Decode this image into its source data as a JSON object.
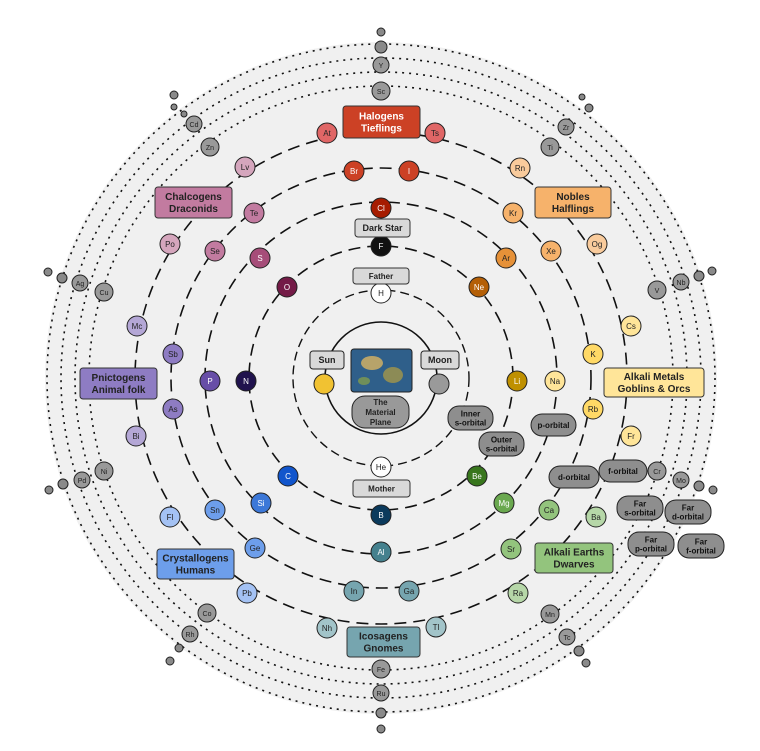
{
  "center": {
    "label": "The Material Plane",
    "lines": [
      "The",
      "Material",
      "Plane"
    ],
    "sun": "Sun",
    "moon": "Moon"
  },
  "colors": {
    "background_disc": "#f0f0f0",
    "halogens": "#d24a2c",
    "nobles": "#f5a95e",
    "chalcogens": "#b85c8a",
    "pnictogens": "#8a73c6",
    "alkali_metals": "#ffd966",
    "crystallogens": "#6fa0e0",
    "icosagens": "#7aa6b3",
    "alkali_earths": "#93c47d",
    "gray": "#9a9a9a",
    "sun": "#f1c232"
  },
  "labels": {
    "halogens": {
      "lines": [
        "Halogens",
        "Tieflings"
      ]
    },
    "nobles": {
      "lines": [
        "Nobles",
        "Halflings"
      ]
    },
    "chalcogens": {
      "lines": [
        "Chalcogens",
        "Draconids"
      ]
    },
    "pnictogens": {
      "lines": [
        "Pnictogens",
        "Animal folk"
      ]
    },
    "alkali_metals": {
      "lines": [
        "Alkali Metals",
        "Goblins & Orcs"
      ]
    },
    "crystallogens": {
      "lines": [
        "Crystallogens",
        "Humans"
      ]
    },
    "icosagens": {
      "lines": [
        "Icosagens",
        "Gnomes"
      ]
    },
    "alkali_earths": {
      "lines": [
        "Alkali Earths",
        "Dwarves"
      ]
    },
    "dark_star": {
      "lines": [
        "Dark Star"
      ]
    },
    "father": {
      "lines": [
        "Father"
      ]
    },
    "mother": {
      "lines": [
        "Mother"
      ]
    }
  },
  "orbitals": {
    "inner_s": [
      "Inner",
      "s-orbital"
    ],
    "outer_s": [
      "Outer",
      "s-orbital"
    ],
    "p": [
      "p-orbital"
    ],
    "d": [
      "d-orbital"
    ],
    "f": [
      "f-orbital"
    ],
    "far_s": [
      "Far",
      "s-orbital"
    ],
    "far_d": [
      "Far",
      "d-orbital"
    ],
    "far_p": [
      "Far",
      "p-orbital"
    ],
    "far_f": [
      "Far",
      "f-orbital"
    ]
  },
  "elements": [
    {
      "sym": "H",
      "color": "#ffffff"
    },
    {
      "sym": "He",
      "color": "#ffffff"
    },
    {
      "sym": "F",
      "color": "#111111"
    },
    {
      "sym": "B",
      "color": "#0b3a5c"
    },
    {
      "sym": "Ne",
      "color": "#b45f06"
    },
    {
      "sym": "O",
      "color": "#741b47"
    },
    {
      "sym": "N",
      "color": "#20124d"
    },
    {
      "sym": "C",
      "color": "#1155cc"
    },
    {
      "sym": "Li",
      "color": "#bf9000"
    },
    {
      "sym": "Be",
      "color": "#38761d"
    },
    {
      "sym": "Cl",
      "color": "#a61c00"
    },
    {
      "sym": "S",
      "color": "#a64d79"
    },
    {
      "sym": "P",
      "color": "#674ea7"
    },
    {
      "sym": "Si",
      "color": "#3c78d8"
    },
    {
      "sym": "Al",
      "color": "#45818e"
    },
    {
      "sym": "Mg",
      "color": "#6aa84f"
    },
    {
      "sym": "Na",
      "color": "#ffe599"
    },
    {
      "sym": "Ar",
      "color": "#e69138"
    },
    {
      "sym": "Br",
      "color": "#cc4125"
    },
    {
      "sym": "I",
      "color": "#cc4125"
    },
    {
      "sym": "Kr",
      "color": "#f6b26b"
    },
    {
      "sym": "Xe",
      "color": "#f6b26b"
    },
    {
      "sym": "K",
      "color": "#ffd966"
    },
    {
      "sym": "Rb",
      "color": "#ffd966"
    },
    {
      "sym": "Ca",
      "color": "#93c47d"
    },
    {
      "sym": "Sr",
      "color": "#93c47d"
    },
    {
      "sym": "Ga",
      "color": "#76a5af"
    },
    {
      "sym": "In",
      "color": "#76a5af"
    },
    {
      "sym": "Ge",
      "color": "#6d9eeb"
    },
    {
      "sym": "Sn",
      "color": "#6d9eeb"
    },
    {
      "sym": "As",
      "color": "#8e7cc3"
    },
    {
      "sym": "Sb",
      "color": "#8e7cc3"
    },
    {
      "sym": "Se",
      "color": "#c27ba0"
    },
    {
      "sym": "Te",
      "color": "#c27ba0"
    },
    {
      "sym": "At",
      "color": "#e06666"
    },
    {
      "sym": "Ts",
      "color": "#e06666"
    },
    {
      "sym": "Rn",
      "color": "#f9cb9c"
    },
    {
      "sym": "Og",
      "color": "#f9cb9c"
    },
    {
      "sym": "Cs",
      "color": "#ffe599"
    },
    {
      "sym": "Fr",
      "color": "#ffe599"
    },
    {
      "sym": "Ba",
      "color": "#b6d7a8"
    },
    {
      "sym": "Ra",
      "color": "#b6d7a8"
    },
    {
      "sym": "Tl",
      "color": "#a2c4c9"
    },
    {
      "sym": "Nh",
      "color": "#a2c4c9"
    },
    {
      "sym": "Pb",
      "color": "#a4c2f4"
    },
    {
      "sym": "Fl",
      "color": "#a4c2f4"
    },
    {
      "sym": "Bi",
      "color": "#b4a7d6"
    },
    {
      "sym": "Mc",
      "color": "#b4a7d6"
    },
    {
      "sym": "Po",
      "color": "#d5a6bd"
    },
    {
      "sym": "Lv",
      "color": "#d5a6bd"
    },
    {
      "sym": "Sc",
      "color": "#999999"
    },
    {
      "sym": "Ti",
      "color": "#999999"
    },
    {
      "sym": "V",
      "color": "#999999"
    },
    {
      "sym": "Cr",
      "color": "#999999"
    },
    {
      "sym": "Mn",
      "color": "#999999"
    },
    {
      "sym": "Fe",
      "color": "#999999"
    },
    {
      "sym": "Co",
      "color": "#999999"
    },
    {
      "sym": "Ni",
      "color": "#999999"
    },
    {
      "sym": "Cu",
      "color": "#999999"
    },
    {
      "sym": "Zn",
      "color": "#999999"
    },
    {
      "sym": "Y",
      "color": "#999999"
    },
    {
      "sym": "Zr",
      "color": "#999999"
    },
    {
      "sym": "Nb",
      "color": "#999999"
    },
    {
      "sym": "Mo",
      "color": "#999999"
    },
    {
      "sym": "Tc",
      "color": "#999999"
    },
    {
      "sym": "Ru",
      "color": "#999999"
    },
    {
      "sym": "Rh",
      "color": "#999999"
    },
    {
      "sym": "Pd",
      "color": "#999999"
    },
    {
      "sym": "Ag",
      "color": "#999999"
    },
    {
      "sym": "Cd",
      "color": "#999999"
    }
  ]
}
